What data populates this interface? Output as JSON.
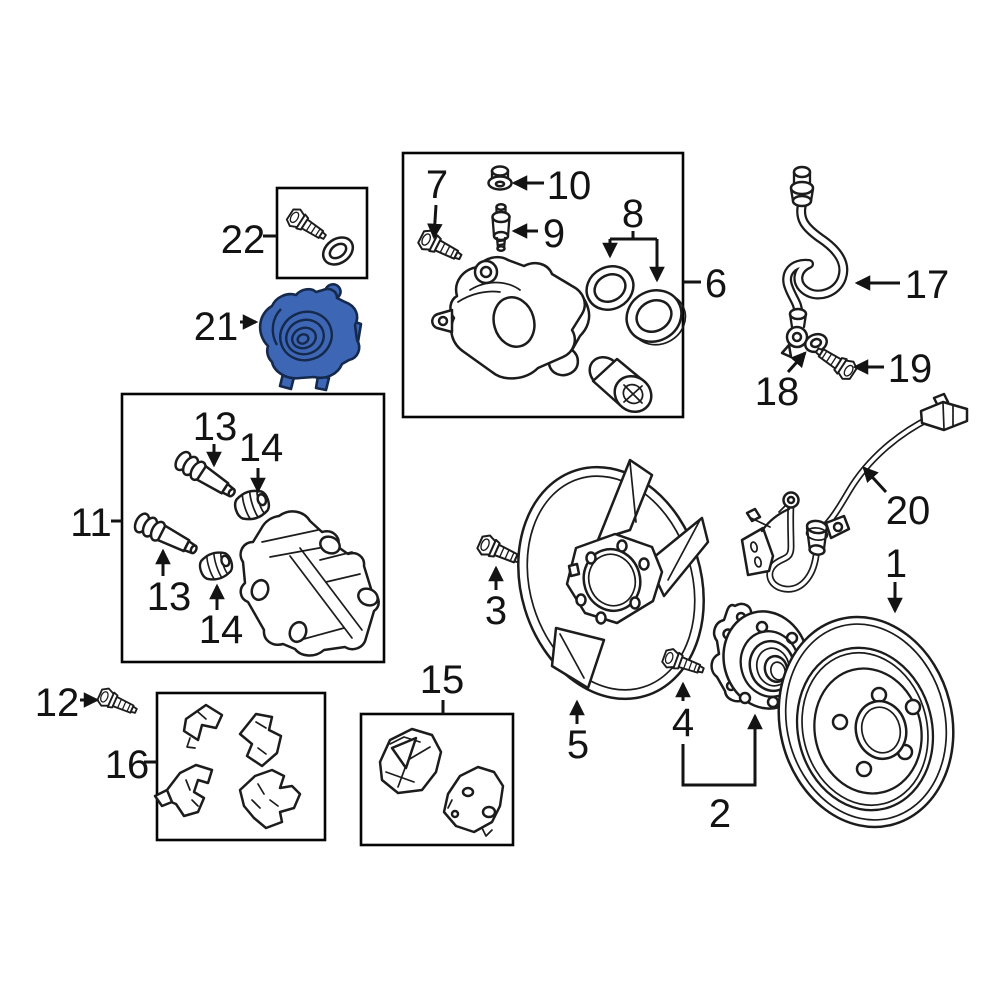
{
  "diagram": {
    "kind": "exploded-parts-diagram",
    "background": "#ffffff",
    "colors": {
      "line": "#1c1c1c",
      "label": "#131313",
      "highlight_fill": "#3d67b4",
      "highlight_stroke": "#15294d"
    },
    "callouts": {
      "c1": {
        "label": "1"
      },
      "c2": {
        "label": "2"
      },
      "c3": {
        "label": "3"
      },
      "c4": {
        "label": "4"
      },
      "c5": {
        "label": "5"
      },
      "c6": {
        "label": "6"
      },
      "c7": {
        "label": "7"
      },
      "c8": {
        "label": "8"
      },
      "c9": {
        "label": "9"
      },
      "c10": {
        "label": "10"
      },
      "c11": {
        "label": "11"
      },
      "c12": {
        "label": "12"
      },
      "c13": {
        "label": "13"
      },
      "c14": {
        "label": "14"
      },
      "c15": {
        "label": "15"
      },
      "c16": {
        "label": "16"
      },
      "c17": {
        "label": "17"
      },
      "c18": {
        "label": "18"
      },
      "c19": {
        "label": "19"
      },
      "c20": {
        "label": "20"
      },
      "c21": {
        "label": "21",
        "highlighted": true
      },
      "c22": {
        "label": "22"
      }
    }
  }
}
